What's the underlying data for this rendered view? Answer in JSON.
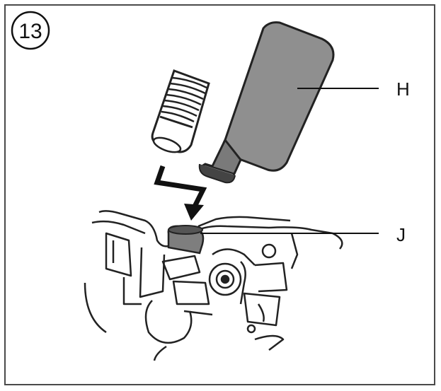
{
  "step": {
    "number": "13"
  },
  "labels": {
    "bottle": "H",
    "filler_neck": "J"
  },
  "colors": {
    "bottle": "#8f8f8f",
    "ink": "#111111",
    "cap": "#8a8a8a"
  }
}
